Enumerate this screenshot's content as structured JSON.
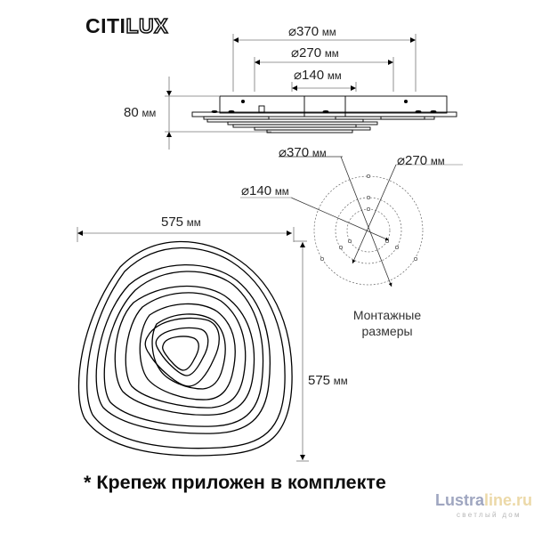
{
  "brand": {
    "logo_solid": "CITI",
    "logo_outline": "LUX"
  },
  "side_view": {
    "diameters": [
      {
        "symbol": "⌀",
        "value": "370",
        "unit": "мм"
      },
      {
        "symbol": "⌀",
        "value": "270",
        "unit": "мм"
      },
      {
        "symbol": "⌀",
        "value": "140",
        "unit": "мм"
      }
    ],
    "height": {
      "value": "80",
      "unit": "мм"
    }
  },
  "mounting": {
    "diameters": [
      {
        "symbol": "⌀",
        "value": "370",
        "unit": "мм"
      },
      {
        "symbol": "⌀",
        "value": "270",
        "unit": "мм"
      },
      {
        "symbol": "⌀",
        "value": "140",
        "unit": "мм"
      }
    ],
    "caption_line1": "Монтажные",
    "caption_line2": "размеры"
  },
  "top_view": {
    "width": {
      "value": "575",
      "unit": "мм"
    },
    "depth": {
      "value": "575",
      "unit": "мм"
    }
  },
  "footnote": "* Крепеж приложен в комплекте",
  "watermark": {
    "part1": "Lustra",
    "part2": "line.ru",
    "tagline": "светлый дом"
  }
}
